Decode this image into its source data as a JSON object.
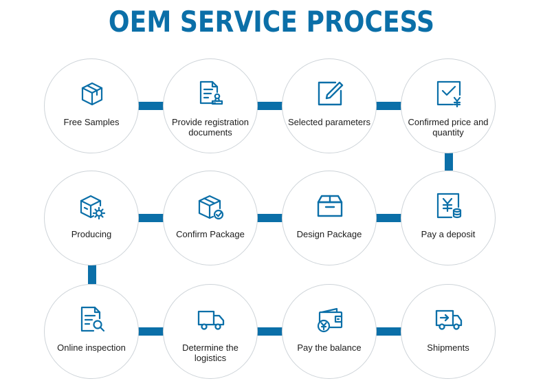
{
  "title": "OEM SERVICE PROCESS",
  "colors": {
    "accent": "#0b6fa8",
    "circle_border": "#cdd3d8",
    "text": "#1c1c1c"
  },
  "steps": [
    {
      "label": "Free Samples",
      "icon": "box-icon"
    },
    {
      "label": "Provide registration documents",
      "icon": "document-stamp-icon"
    },
    {
      "label": "Selected parameters",
      "icon": "edit-icon"
    },
    {
      "label": "Confirmed price and quantity",
      "icon": "price-check-icon"
    },
    {
      "label": "Pay a deposit",
      "icon": "deposit-icon"
    },
    {
      "label": "Design Package",
      "icon": "package-design-icon"
    },
    {
      "label": "Confirm Package",
      "icon": "package-confirm-icon"
    },
    {
      "label": "Producing",
      "icon": "box-gear-icon"
    },
    {
      "label": "Online inspection",
      "icon": "document-search-icon"
    },
    {
      "label": "Determine the logistics",
      "icon": "truck-icon"
    },
    {
      "label": "Pay the balance",
      "icon": "wallet-icon"
    },
    {
      "label": "Shipments",
      "icon": "delivery-truck-icon"
    }
  ]
}
